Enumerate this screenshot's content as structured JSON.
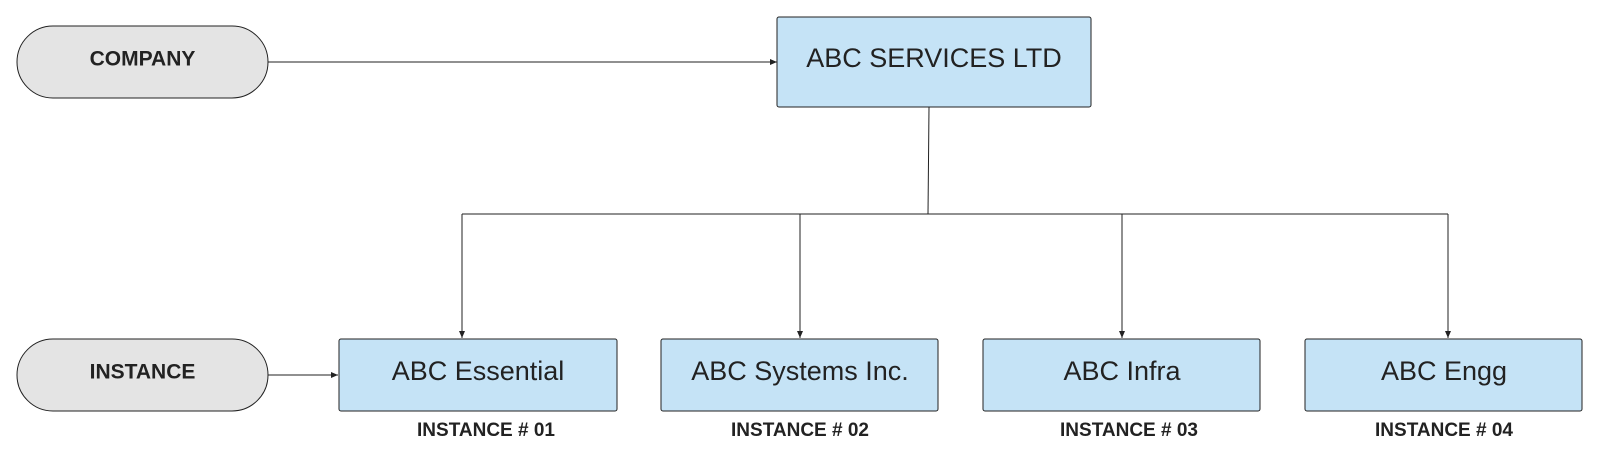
{
  "diagram": {
    "labels": {
      "company": "COMPANY",
      "instance": "INSTANCE"
    },
    "root": {
      "name": "ABC SERVICES LTD"
    },
    "children": [
      {
        "name": "ABC Essential",
        "caption": "INSTANCE # 01"
      },
      {
        "name": "ABC Systems Inc.",
        "caption": "INSTANCE # 02"
      },
      {
        "name": "ABC Infra",
        "caption": "INSTANCE # 03"
      },
      {
        "name": "ABC Engg",
        "caption": "INSTANCE # 04"
      }
    ]
  },
  "colors": {
    "box_fill": "#c5e3f6",
    "label_fill": "#e4e4e4",
    "stroke": "#222222"
  }
}
